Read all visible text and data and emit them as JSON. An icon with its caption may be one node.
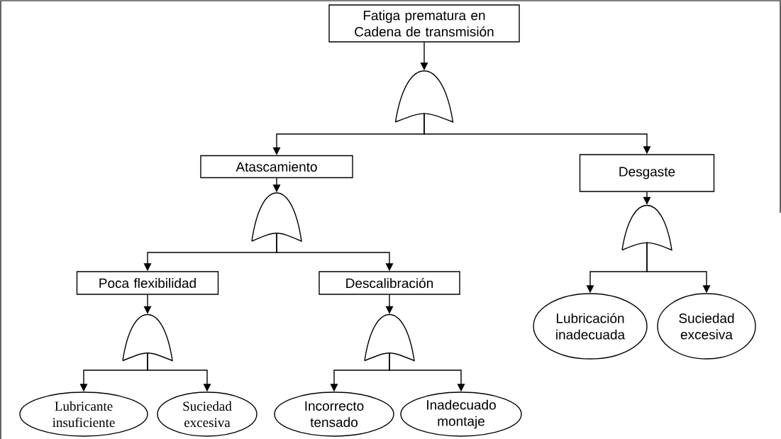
{
  "diagram": {
    "nodes": [
      {
        "text": [
          "Fatiga prematura en Cadena de transmisión"
        ]
      },
      {
        "text": [],
        "shape": "gate"
      },
      {
        "text": [
          "Atascamiento"
        ]
      },
      {
        "text": [
          "Desgaste"
        ]
      },
      {
        "text": [],
        "shape": "gate"
      },
      {
        "text": [],
        "shape": "gate"
      },
      {
        "text": [
          "Poca flexibilidad"
        ]
      },
      {
        "text": [
          "Descalibración"
        ]
      },
      {
        "text": [],
        "shape": "gate"
      },
      {
        "text": [],
        "shape": "gate"
      },
      {
        "text": [
          "Lubricante insuficiente"
        ]
      },
      {
        "text": [
          "Suciedad excesiva"
        ]
      },
      {
        "text": [
          "Incorrecto tensado"
        ]
      },
      {
        "text": [
          "Inadecuado montaje"
        ]
      },
      {
        "text": [
          "Lubricación inadecuada"
        ]
      },
      {
        "text": [
          "Suciedad excesiva"
        ]
      }
    ],
    "edges": [
      {
        "from": 0,
        "to": 1,
        "arrow": "to"
      },
      {
        "from": 1,
        "to": 2,
        "arrow": "to"
      },
      {
        "from": 1,
        "to": 3,
        "arrow": "to"
      },
      {
        "from": 2,
        "to": 4,
        "arrow": "to"
      },
      {
        "from": 3,
        "to": 5,
        "arrow": "to"
      },
      {
        "from": 4,
        "to": 6,
        "arrow": "to"
      },
      {
        "from": 4,
        "to": 7,
        "arrow": "to"
      },
      {
        "from": 5,
        "to": 14,
        "arrow": "to"
      },
      {
        "from": 5,
        "to": 15,
        "arrow": "to"
      },
      {
        "from": 6,
        "to": 8,
        "arrow": "to"
      },
      {
        "from": 7,
        "to": 9,
        "arrow": "to"
      },
      {
        "from": 8,
        "to": 10,
        "arrow": "to"
      },
      {
        "from": 8,
        "to": 11,
        "arrow": "to"
      },
      {
        "from": 9,
        "to": 12,
        "arrow": "to"
      },
      {
        "from": 9,
        "to": 13,
        "arrow": "to"
      }
    ]
  }
}
